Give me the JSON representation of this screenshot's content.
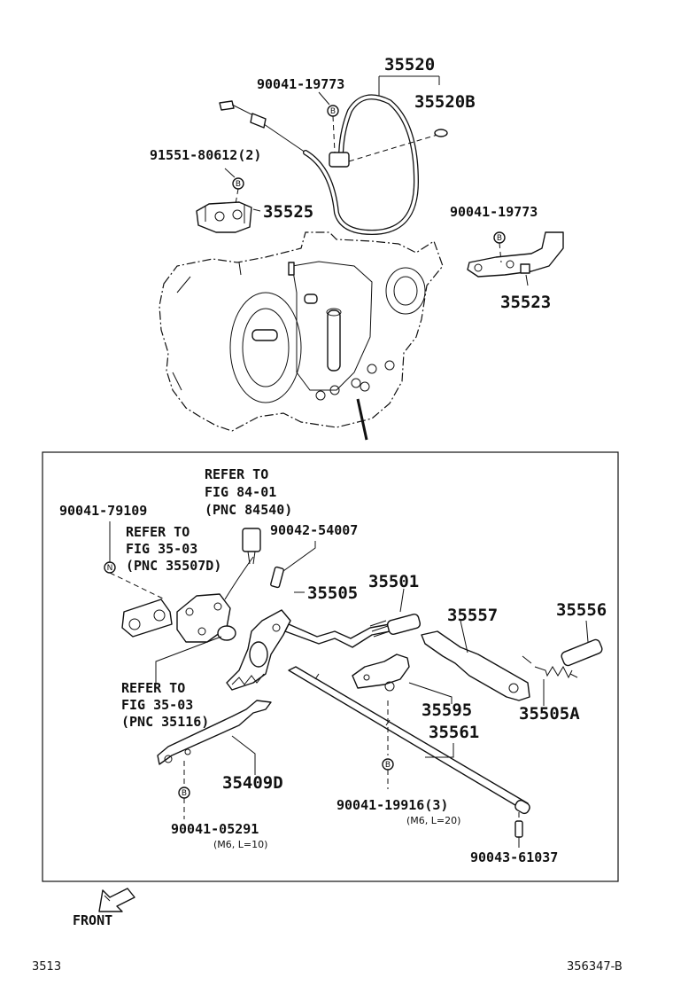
{
  "labels": {
    "p35520": "35520",
    "p90041_19773_a": "90041-19773",
    "p35520B": "35520B",
    "p91551": "91551-80612(2)",
    "p35525": "35525",
    "p90041_19773_b": "90041-19773",
    "p35523": "35523",
    "ref84_1": "REFER TO",
    "ref84_2": "FIG 84-01",
    "ref84_3": "(PNC 84540)",
    "p90041_79109": "90041-79109",
    "ref3503a_1": "REFER TO",
    "ref3503a_2": "FIG 35-03",
    "ref3503a_3": "(PNC 35507D)",
    "p90042": "90042-54007",
    "p35505": "35505",
    "p35501": "35501",
    "p35557": "35557",
    "p35556": "35556",
    "ref3503b_1": "REFER TO",
    "ref3503b_2": "FIG 35-03",
    "ref3503b_3": "(PNC 35116)",
    "p35595": "35595",
    "p35505A": "35505A",
    "p35561": "35561",
    "p35409D": "35409D",
    "p90041_19916": "90041-19916(3)",
    "m6_20": "(M6, L=20)",
    "p90041_05291": "90041-05291",
    "m6_10": "(M6, L=10)",
    "p90043": "90043-61037",
    "front": "FRONT",
    "fig_no": "3513",
    "drawing_no": "356347-B"
  },
  "symbols": {
    "b": "B",
    "n": "N"
  },
  "icons": {
    "front_arrow": "front-arrow-icon"
  }
}
